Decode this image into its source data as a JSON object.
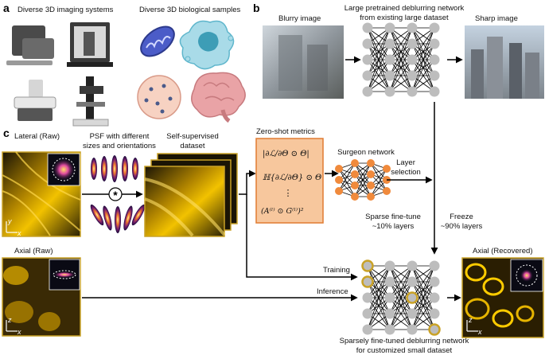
{
  "panel_a": {
    "letter": "a",
    "systems_title": "Diverse 3D imaging systems",
    "samples_title": "Diverse 3D biological samples"
  },
  "panel_b": {
    "letter": "b",
    "blurry_label": "Blurry image",
    "network_label_line1": "Large pretrained deblurring network",
    "network_label_line2": "from existing large dataset",
    "sharp_label": "Sharp image"
  },
  "panel_c": {
    "letter": "c",
    "lateral_label": "Lateral (Raw)",
    "psf_label_line1": "PSF with different",
    "psf_label_line2": "sizes and orientations",
    "ssd_label_line1": "Self-supervised",
    "ssd_label_line2": "dataset",
    "zero_shot_label": "Zero-shot metrics",
    "surgeon_label": "Surgeon network",
    "layer_sel_line1": "Layer",
    "layer_sel_line2": "selection",
    "sparse_line1": "Sparse fine-tune",
    "sparse_line2": "~10% layers",
    "freeze_line1": "Freeze",
    "freeze_line2": "~90% layers",
    "axial_raw_label": "Axial (Raw)",
    "training_label": "Training",
    "inference_label": "Inference",
    "axial_rec_label": "Axial (Recovered)",
    "sparse_net_line1": "Sparsely fine-tuned deblurring network",
    "sparse_net_line2": "for customized small dataset",
    "axis_y": "y",
    "axis_x": "x",
    "axis_z": "z",
    "convolve_symbol": "*",
    "metric_vdots": "⋮"
  },
  "colors": {
    "orange_node": "#f08a3c",
    "gray_node": "#bdbdbd",
    "gold_ring": "#c9a227",
    "metrics_box": "#f7c79d",
    "metrics_border": "#e07b32",
    "yellow_image": "#e6b400"
  }
}
